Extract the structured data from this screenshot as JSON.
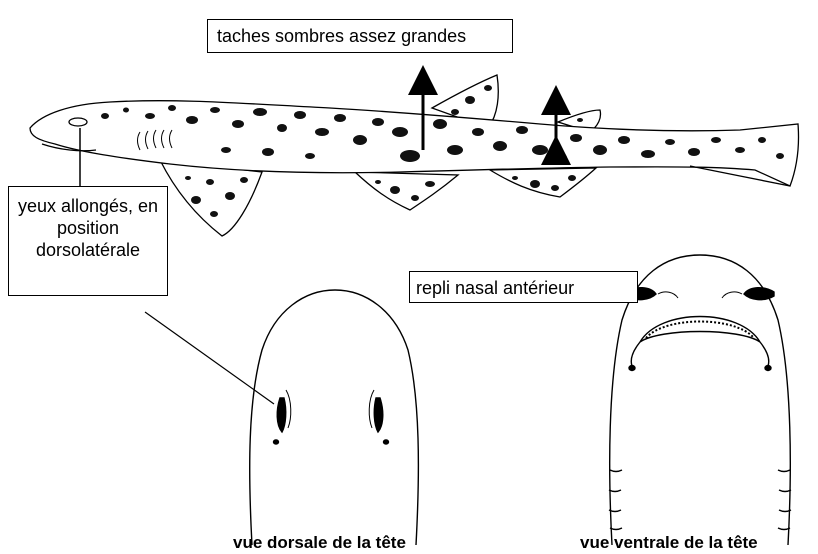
{
  "labels": {
    "spots": "taches sombres assez grandes",
    "eyes": "yeux allongés, en position dorsolatérale",
    "nasal_flap": "repli nasal antérieur"
  },
  "captions": {
    "dorsal": "vue dorsale de la tête",
    "ventral": "vue ventrale de la tête"
  }
}
